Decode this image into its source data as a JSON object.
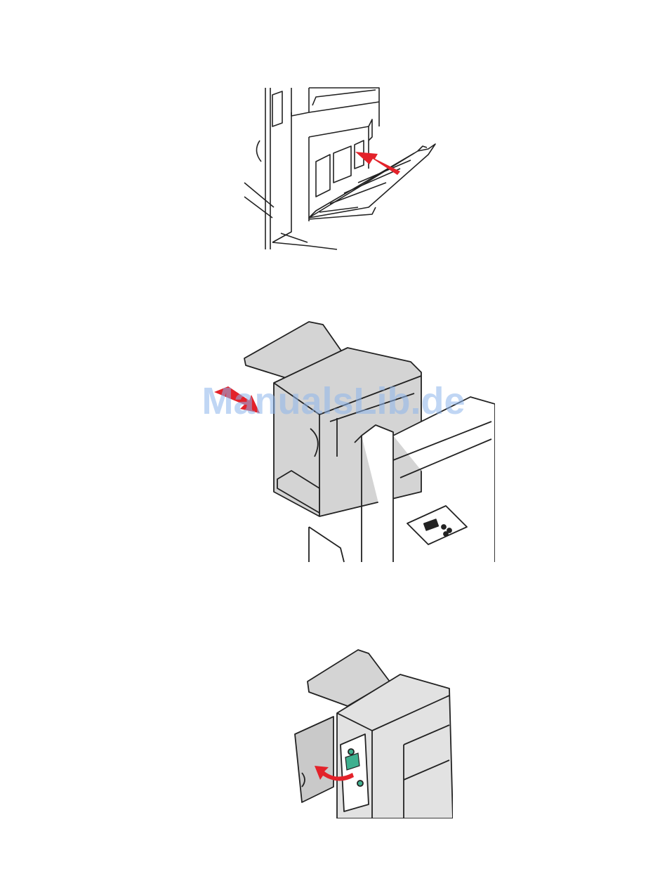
{
  "page": {
    "background": "#ffffff"
  },
  "figures": [
    {
      "name": "multipurpose-tray-close-illustration",
      "arrow_color": "#e3222a"
    },
    {
      "name": "finisher-slide-illustration",
      "arrow_color": "#e3222a",
      "body_color": "#d4d4d4"
    },
    {
      "name": "finisher-front-door-illustration",
      "arrow_color": "#e3222a",
      "lever_color": "#3fb08f",
      "body_color": "#d4d4d4"
    }
  ],
  "watermark": {
    "text": "ManualsLib.de",
    "color": "#8cb4eb"
  }
}
